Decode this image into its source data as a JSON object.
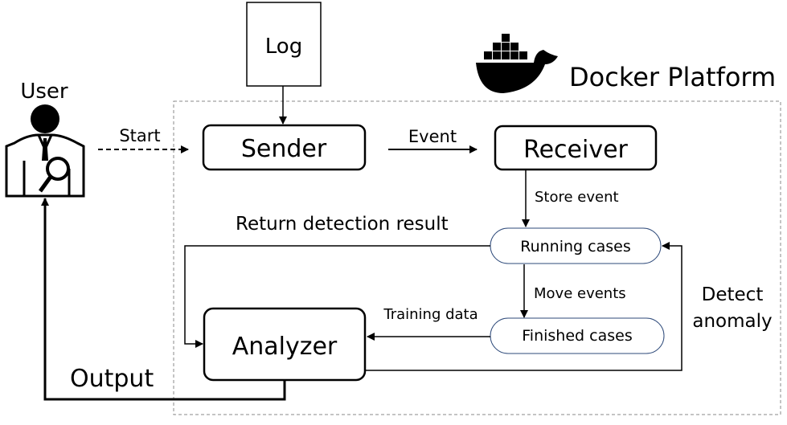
{
  "user": {
    "label": "User"
  },
  "log": {
    "label": "Log"
  },
  "platform": {
    "label": "Docker Platform"
  },
  "nodes": {
    "sender": "Sender",
    "receiver": "Receiver",
    "running_cases": "Running cases",
    "finished_cases": "Finished cases",
    "analyzer": "Analyzer"
  },
  "edges": {
    "start": "Start",
    "event": "Event",
    "store_event": "Store event",
    "return_result": "Return detection result",
    "move_events": "Move events",
    "training_data": "Training data",
    "detect_anomaly_1": "Detect",
    "detect_anomaly_2": "anomaly",
    "output": "Output"
  }
}
